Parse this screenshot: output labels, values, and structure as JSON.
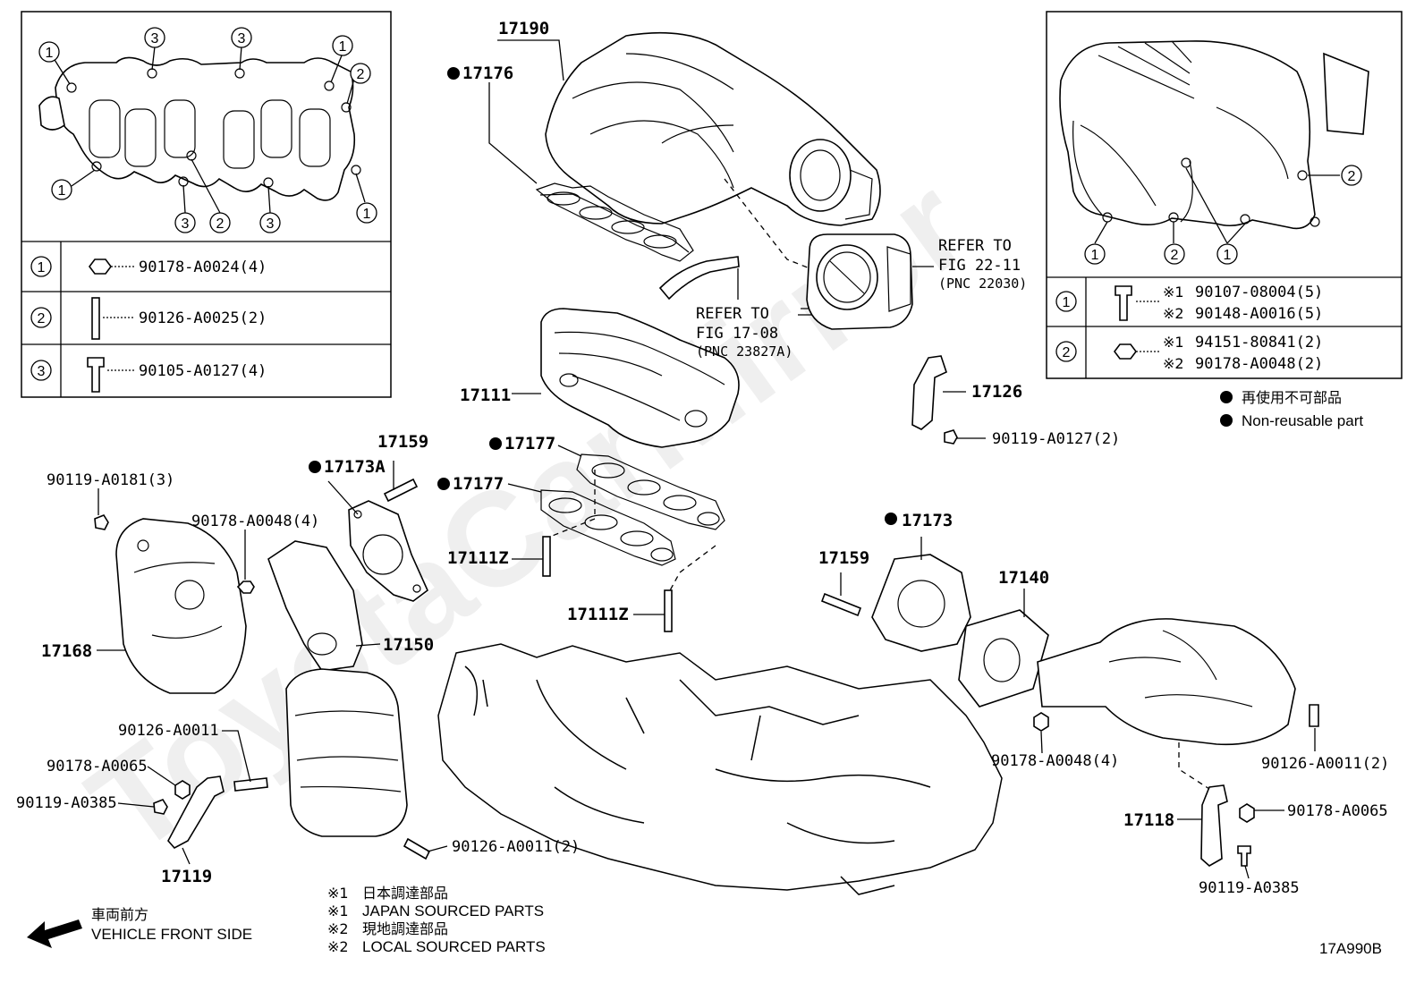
{
  "watermark": "ToyotaCarMirror",
  "top_left_table": {
    "rows": [
      {
        "num": "1",
        "part": "90178-A0024(4)"
      },
      {
        "num": "2",
        "part": "90126-A0025(2)"
      },
      {
        "num": "3",
        "part": "90105-A0127(4)"
      }
    ],
    "callouts": [
      "1",
      "3",
      "3",
      "1",
      "2",
      "1",
      "3",
      "2",
      "3",
      "1"
    ]
  },
  "top_right_table": {
    "rows": [
      {
        "num": "1",
        "lines": [
          {
            "mark": "※1",
            "part": "90107-08004(5)"
          },
          {
            "mark": "※2",
            "part": "90148-A0016(5)"
          }
        ]
      },
      {
        "num": "2",
        "lines": [
          {
            "mark": "※1",
            "part": "94151-80841(2)"
          },
          {
            "mark": "※2",
            "part": "90178-A0048(2)"
          }
        ]
      }
    ],
    "callouts": [
      "2",
      "1",
      "2",
      "1"
    ]
  },
  "legend": {
    "jp": "再使用不可部品",
    "en": "Non-reusable part"
  },
  "refs": {
    "fig2211": {
      "l1": "REFER TO",
      "l2": "FIG 22-11",
      "l3": "(PNC 22030)"
    },
    "fig1708": {
      "l1": "REFER TO",
      "l2": "FIG 17-08",
      "l3": "(PNC 23827A)"
    }
  },
  "labels": {
    "p17190": "17190",
    "p17176": "17176",
    "p17111": "17111",
    "p17126": "17126",
    "p90119_0127": "90119-A0127(2)",
    "p17159a": "17159",
    "p17173A": "17173A",
    "p17177a": "17177",
    "p17177b": "17177",
    "p90119_0181": "90119-A0181(3)",
    "p90178_0048_4a": "90178-A0048(4)",
    "p17111Za": "17111Z",
    "p17111Zb": "17111Z",
    "p17173": "17173",
    "p17159b": "17159",
    "p17140": "17140",
    "p17168": "17168",
    "p17150": "17150",
    "p90126_0011a": "90126-A0011",
    "p90178_0065a": "90178-A0065",
    "p90119_0385a": "90119-A0385",
    "p90126_0011_2a": "90126-A0011(2)",
    "p17119": "17119",
    "p90178_0048_4b": "90178-A0048(4)",
    "p90126_0011_2b": "90126-A0011(2)",
    "p17118": "17118",
    "p90178_0065b": "90178-A0065",
    "p90119_0385b": "90119-A0385"
  },
  "notes": [
    {
      "mark": "※1",
      "text": "日本調達部品"
    },
    {
      "mark": "※1",
      "text": "JAPAN SOURCED PARTS"
    },
    {
      "mark": "※2",
      "text": "現地調達部品"
    },
    {
      "mark": "※2",
      "text": "LOCAL SOURCED PARTS"
    }
  ],
  "direction": {
    "jp": "車両前方",
    "en": "VEHICLE FRONT SIDE"
  },
  "figure_code": "17A990B"
}
